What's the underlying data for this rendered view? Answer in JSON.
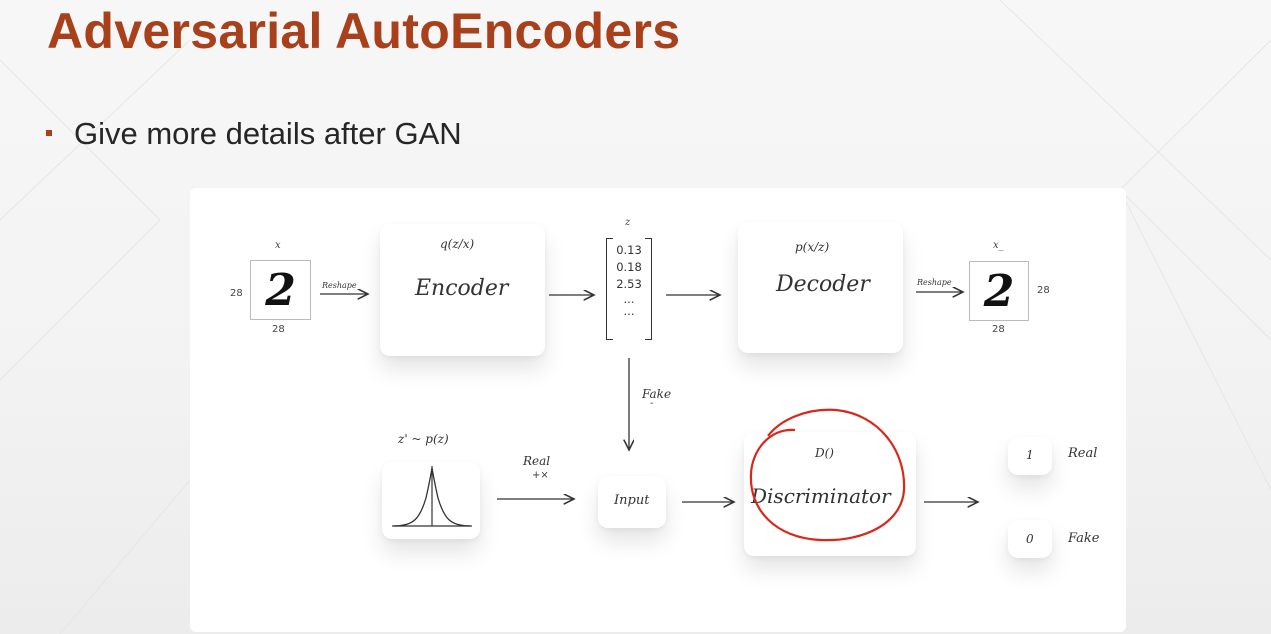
{
  "slide": {
    "title": "Adversarial AutoEncoders",
    "bullet": "Give more details after GAN",
    "colors": {
      "title": "#a9401c",
      "annotation_circle": "#d8281c"
    }
  },
  "diagram": {
    "input_image": {
      "label": "x",
      "digit": "2",
      "height": "28",
      "width": "28"
    },
    "reshape_left": "Reshape",
    "encoder": {
      "formula": "q(z/x)",
      "label": "Encoder"
    },
    "latent": {
      "label": "z",
      "values": [
        "0.13",
        "0.18",
        "2.53",
        "...",
        "..."
      ]
    },
    "decoder": {
      "formula": "p(x/z)",
      "label": "Decoder"
    },
    "reshape_right": "Reshape",
    "output_image": {
      "label": "x_",
      "digit": "2",
      "height": "28",
      "width": "28"
    },
    "fake_arrow": {
      "label": "Fake",
      "sign": "-"
    },
    "prior": {
      "formula": "z' ~ p(z)",
      "icon": "gaussian-curve-icon"
    },
    "real_arrow": {
      "label": "Real",
      "sign": "+×"
    },
    "input_node": "Input",
    "discriminator": {
      "formula": "D()",
      "label": "Discriminator"
    },
    "outputs": [
      {
        "value": "1",
        "label": "Real"
      },
      {
        "value": "0",
        "label": "Fake"
      }
    ]
  }
}
